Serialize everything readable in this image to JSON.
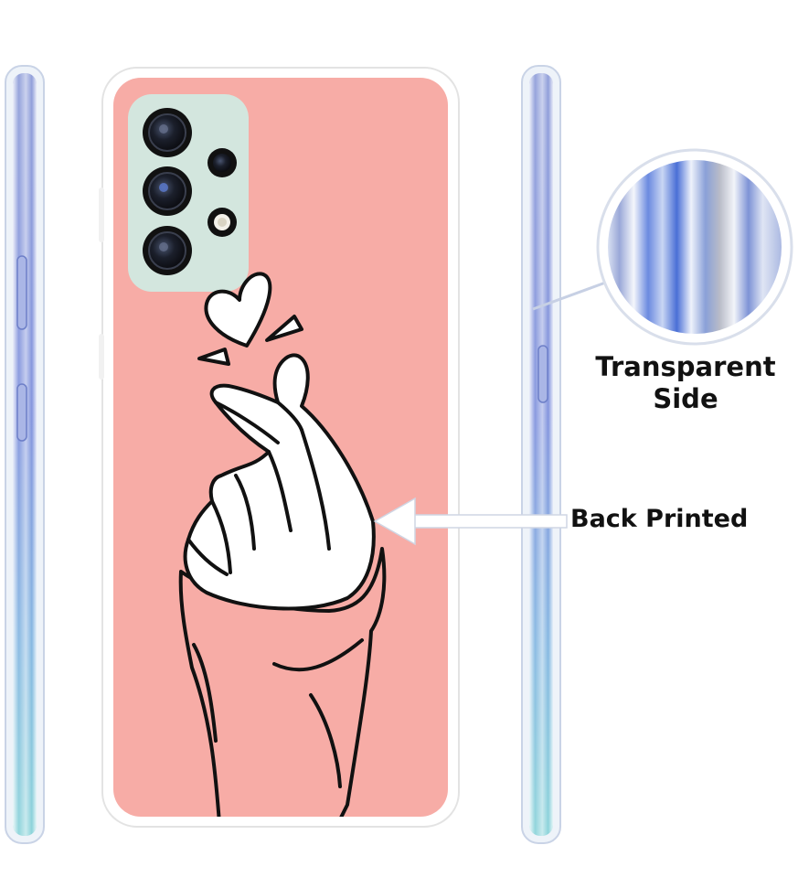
{
  "labels": {
    "transparent_side_line1": "Transparent",
    "transparent_side_line2": "Side",
    "back_printed": "Back Printed"
  },
  "colors": {
    "case_back": "#f7aca6",
    "camera_plate": "#d3e6de",
    "side_frame_blue": "#7f93da",
    "side_frame_teal": "#7fcadb",
    "outline": "#111111"
  }
}
